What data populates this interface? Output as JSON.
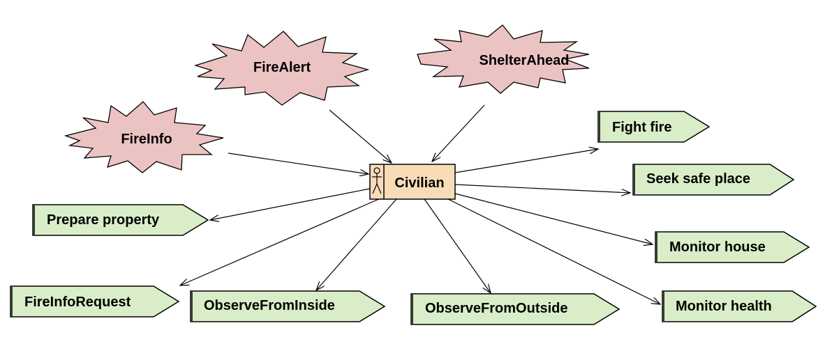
{
  "agent": {
    "label": "Civilian",
    "icon": "actor-icon"
  },
  "events": [
    {
      "id": "firealert",
      "label": "FireAlert"
    },
    {
      "id": "shelterahead",
      "label": "ShelterAhead"
    },
    {
      "id": "fireinfo",
      "label": "FireInfo"
    }
  ],
  "goals": [
    {
      "id": "fight-fire",
      "label": "Fight fire"
    },
    {
      "id": "seek-safe-place",
      "label": "Seek safe place"
    },
    {
      "id": "prepare-property",
      "label": "Prepare property"
    },
    {
      "id": "monitor-house",
      "label": "Monitor house"
    },
    {
      "id": "fireinforequest",
      "label": "FireInfoRequest"
    },
    {
      "id": "observefrominside",
      "label": "ObserveFromInside"
    },
    {
      "id": "observefromoutside",
      "label": "ObserveFromOutside"
    },
    {
      "id": "monitor-health",
      "label": "Monitor health"
    }
  ],
  "colors": {
    "event_fill": "#ecc3c3",
    "goal_fill": "#d9eec8",
    "agent_fill": "#f8dcb8",
    "stroke": "#000000"
  }
}
